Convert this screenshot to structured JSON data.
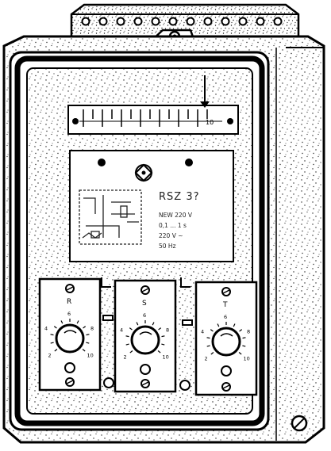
{
  "device": {
    "model_label": "RSZ 3?",
    "plate_lines": [
      "NEW 220 V",
      "0,1 ... 1 s",
      "220 V ~",
      "50 Hz"
    ],
    "knobs": [
      {
        "letter": "R",
        "scale": [
          "2",
          "4",
          "6",
          "8",
          "10"
        ]
      },
      {
        "letter": "S",
        "scale": [
          "2",
          "4",
          "6",
          "8",
          "10"
        ]
      },
      {
        "letter": "T",
        "scale": [
          "2",
          "4",
          "6",
          "8",
          "10"
        ]
      }
    ],
    "strip_end_label": "10"
  }
}
